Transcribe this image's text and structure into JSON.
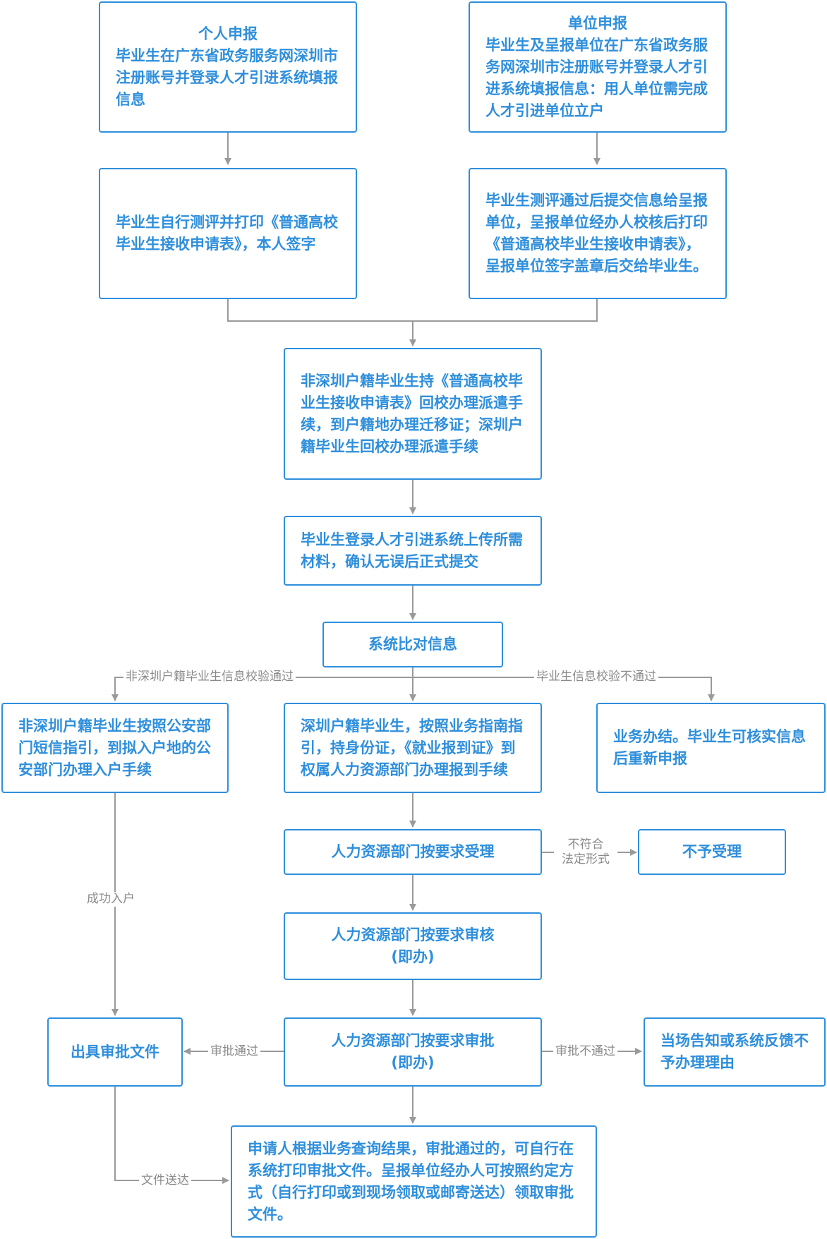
{
  "nodes": {
    "personal": {
      "title": "个人申报",
      "text": "毕业生在广东省政务服务网深圳市注册账号并登录人才引进系统填报信息"
    },
    "unit": {
      "title": "单位申报",
      "text": "毕业生及呈报单位在广东省政务服务网深圳市注册账号并登录人才引进系统填报信息：用人单位需完成人才引进单位立户"
    },
    "self_eval": {
      "text": "毕业生自行测评并打印《普通高校毕业生接收申请表》，本人签字"
    },
    "unit_eval": {
      "text": "毕业生测评通过后提交信息给呈报单位，呈报单位经办人校核后打印《普通高校毕业生接收申请表》，呈报单位签字盖章后交给毕业生。"
    },
    "dispatch": {
      "text": "非深圳户籍毕业生持《普通高校毕业生接收申请表》回校办理派遣手续，到户籍地办理迁移证；深圳户籍毕业生回校办理派遣手续"
    },
    "upload": {
      "text": "毕业生登录人才引进系统上传所需材料，确认无误后正式提交"
    },
    "compare": {
      "text": "系统比对信息"
    },
    "non_sz": {
      "text": "非深圳户籍毕业生按照公安部门短信指引，到拟入户地的公安部门办理入户手续"
    },
    "sz": {
      "text": "深圳户籍毕业生，按照业务指南指引，持身份证，《就业报到证》到权属人力资源部门办理报到手续"
    },
    "fail": {
      "text": "业务办结。毕业生可核实信息后重新申报"
    },
    "accept": {
      "text": "人力资源部门按要求受理"
    },
    "reject": {
      "text": "不予受理"
    },
    "review": {
      "line1": "人力资源部门按要求审核",
      "line2": "(即办)"
    },
    "approve": {
      "line1": "人力资源部门按要求审批",
      "line2": "(即办)"
    },
    "issue": {
      "text": "出具审批文件"
    },
    "notify": {
      "text": "当场告知或系统反馈不予办理理由"
    },
    "final": {
      "text": "申请人根据业务查询结果，审批通过的，可自行在系统打印审批文件。呈报单位经办人可按照约定方式（自行打印或到现场领取或邮寄送达）领取审批文件。"
    }
  },
  "labels": {
    "non_sz_pass": "非深圳户籍毕业生信息校验通过",
    "verify_fail": "毕业生信息校验不通过",
    "not_conform_1": "不符合",
    "not_conform_2": "法定形式",
    "success_hukou": "成功入户",
    "approved": "审批通过",
    "not_approved": "审批不通过",
    "doc_delivery": "文件送达"
  },
  "colors": {
    "node_border": "#2f8fdc",
    "node_text": "#2f8fdc",
    "connector": "#9a9a9a",
    "label_text": "#8a8a8a"
  }
}
